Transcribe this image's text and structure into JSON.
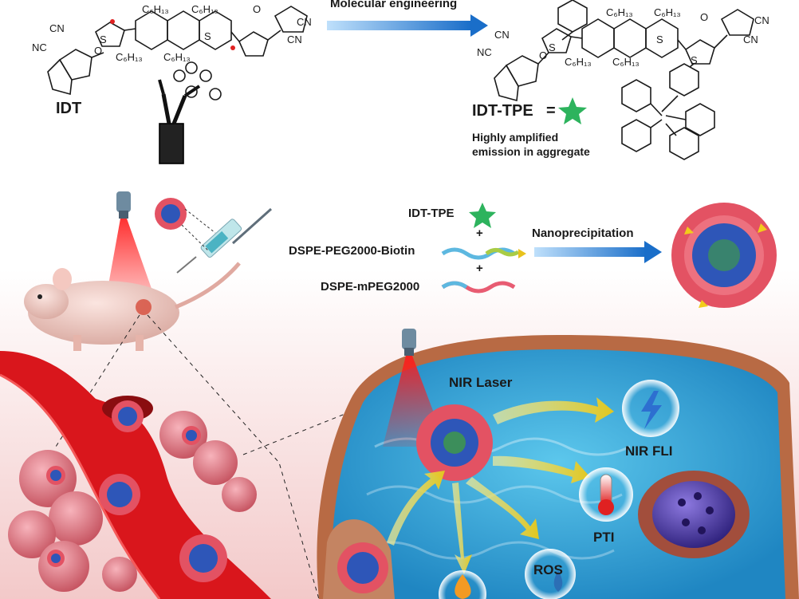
{
  "top": {
    "arrow_label": "Molecular engineering",
    "left_molecule_name": "IDT",
    "right_molecule_name": "IDT-TPE",
    "equals": "=",
    "emission_line1": "Highly amplified",
    "emission_line2": "emission in aggregate",
    "cn": "CN",
    "nc": "NC",
    "o": "O",
    "s": "S",
    "hexyl": "C₆H₁₃"
  },
  "formulation": {
    "component1": "IDT-TPE",
    "plus": "+",
    "component2": "DSPE-PEG2000-Biotin",
    "component3": "DSPE-mPEG2000",
    "process_label": "Nanoprecipitation"
  },
  "cell": {
    "laser_label": "NIR Laser",
    "fli_label": "NIR FLI",
    "pti_label": "PTI",
    "ros_label": "ROS"
  },
  "colors": {
    "arrow_blue": "#2a7fd4",
    "star_green": "#2db35d",
    "vessel_red": "#d9161c",
    "water_blue": "#38a7d8",
    "membrane": "#b86a44",
    "tumor_pink": "#e07b86",
    "np_red": "#e35263",
    "np_blue": "#2e56b8",
    "yellow_arrow": "#e8d44c",
    "bg_pink": "#f7dcdc"
  }
}
